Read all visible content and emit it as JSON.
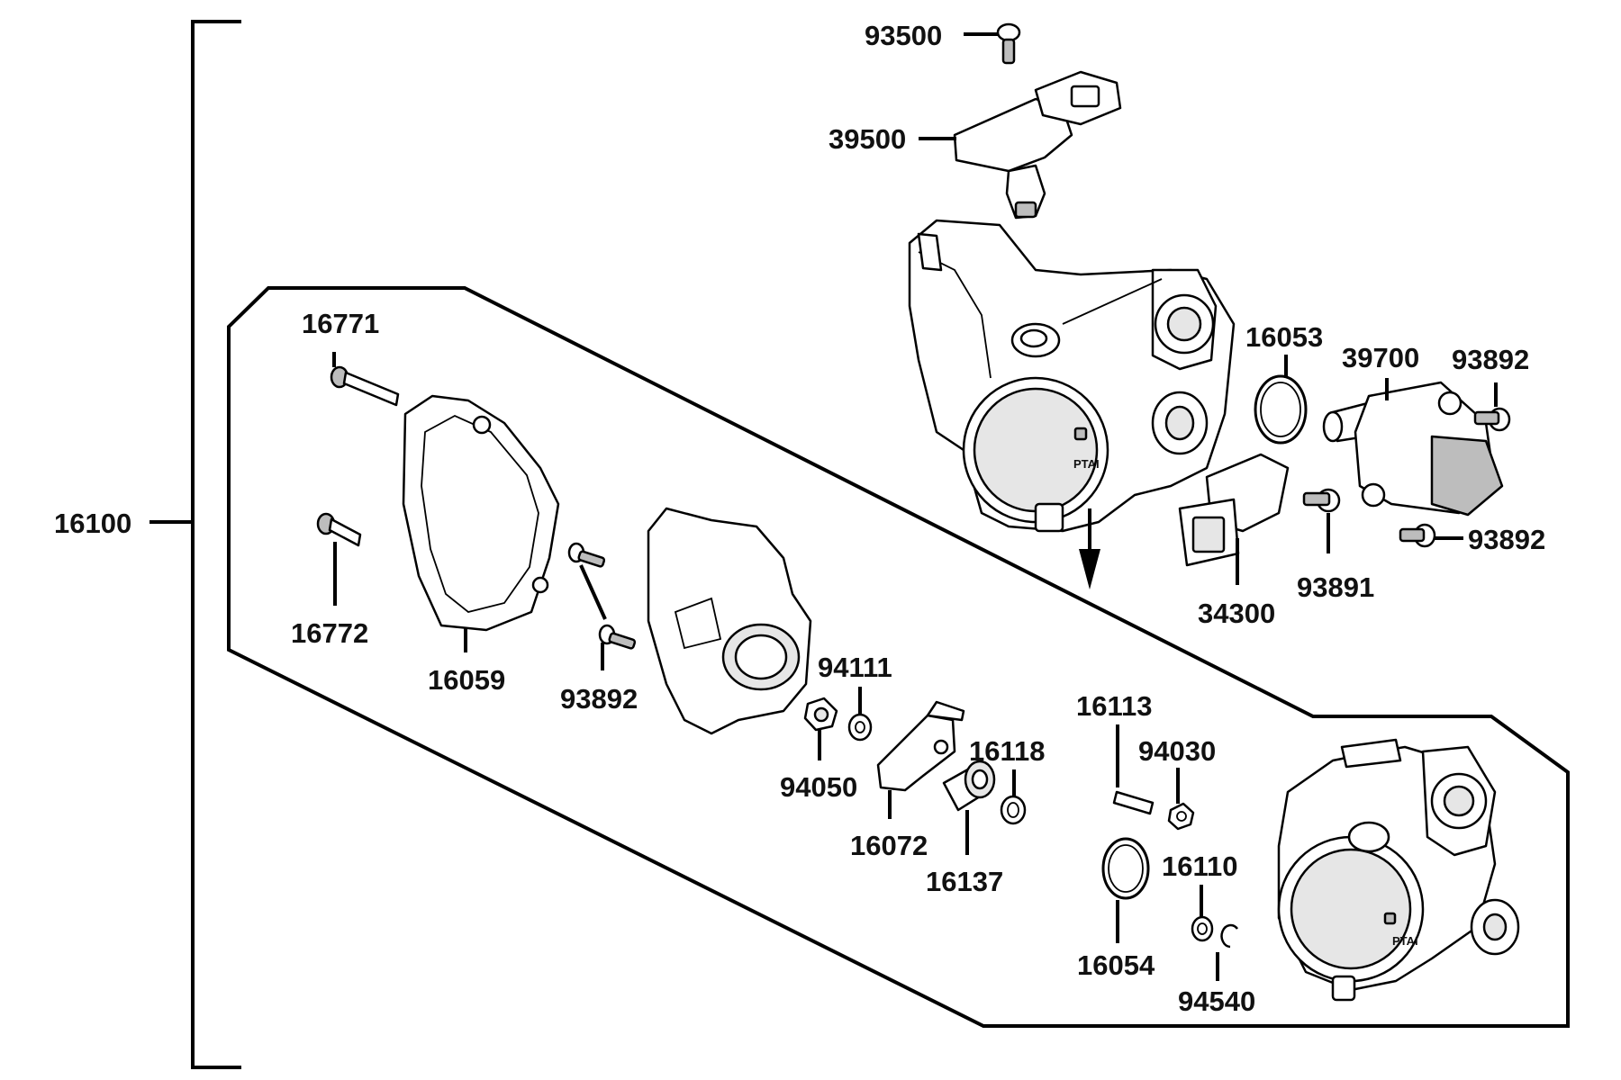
{
  "labels": {
    "p93500": "93500",
    "p39500": "39500",
    "p16053": "16053",
    "p39700": "39700",
    "p93892_a": "93892",
    "p93892_b": "93892",
    "p93891": "93891",
    "p34300": "34300",
    "p16100": "16100",
    "p16771": "16771",
    "p16772": "16772",
    "p16059": "16059",
    "p93892_c": "93892",
    "p94111": "94111",
    "p94050": "94050",
    "p16072": "16072",
    "p16118": "16118",
    "p16137": "16137",
    "p16113": "16113",
    "p94030": "94030",
    "p16054": "16054",
    "p16110": "16110",
    "p94540": "94540"
  },
  "throttle_marking": "PTAI"
}
